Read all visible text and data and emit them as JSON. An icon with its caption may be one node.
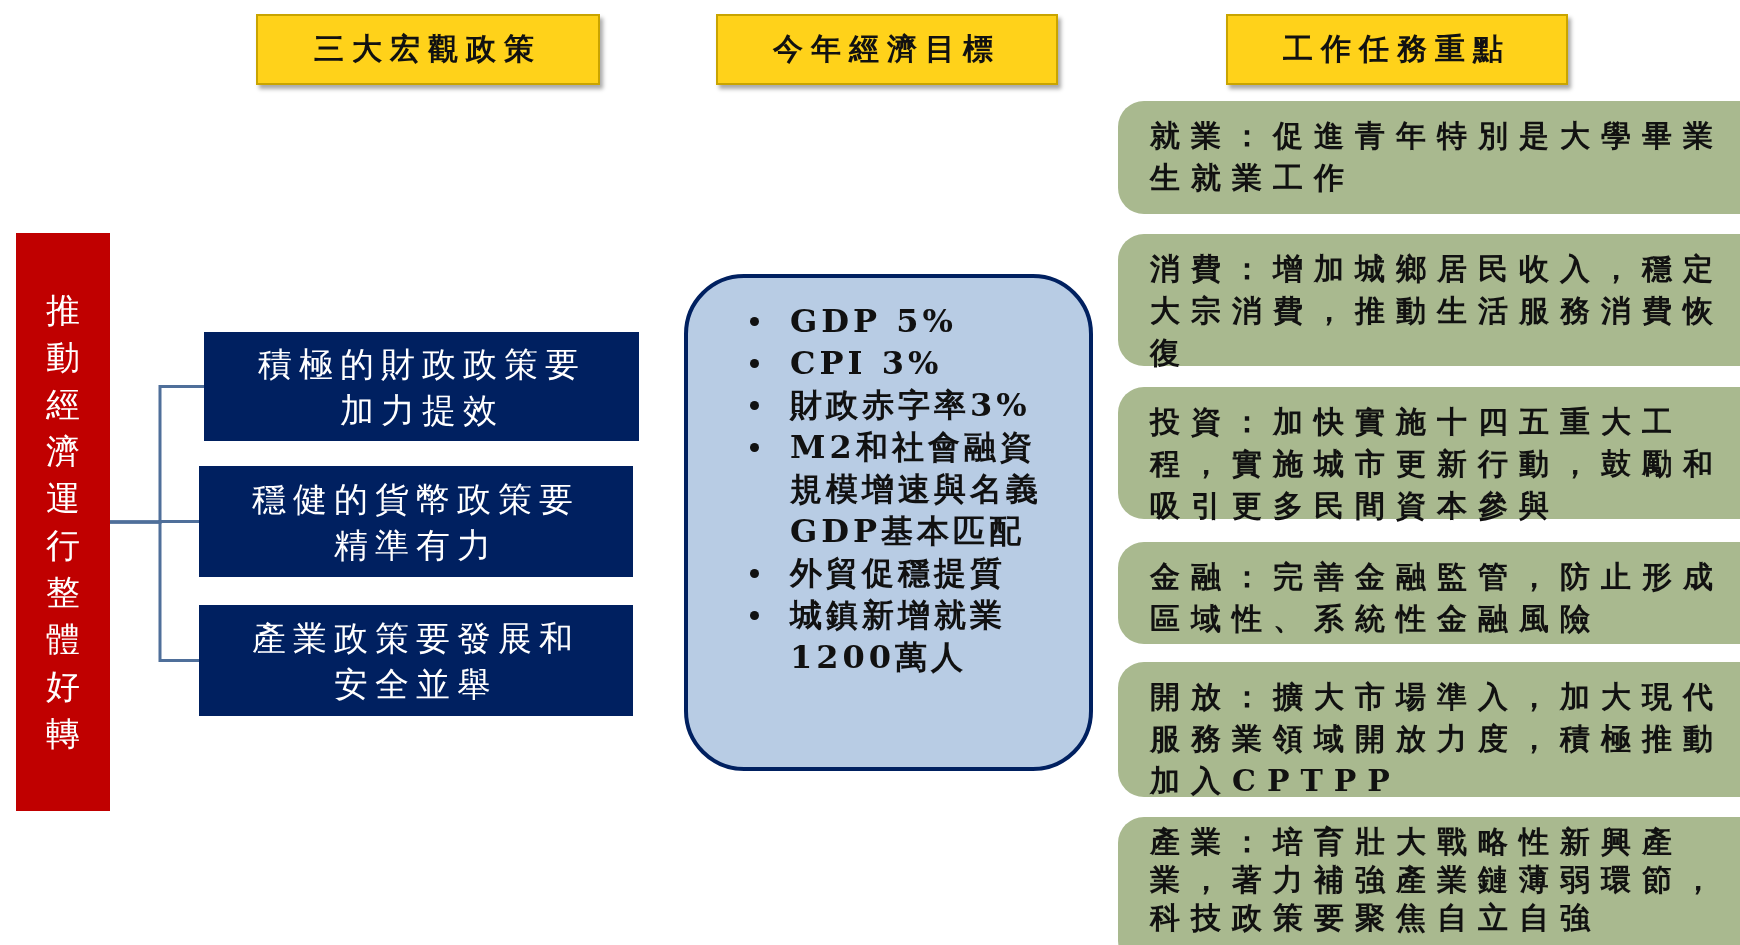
{
  "diagram": {
    "nodes": [
      {
        "text": [
          "三大宏觀政策"
        ]
      },
      {
        "text": [
          "今年經濟目標"
        ]
      },
      {
        "text": [
          "工作任務重點"
        ]
      },
      {
        "text": [
          "推動經濟運行整體好轉"
        ]
      },
      {
        "text": [
          "積極的財政政策要加力提效"
        ]
      },
      {
        "text": [
          "穩健的貨幣政策要精準有力"
        ]
      },
      {
        "text": [
          "產業政策要發展和安全並舉"
        ]
      },
      {
        "text": [
          "GDP 5%",
          "CPI 3%",
          "財政赤字率3%",
          "M2和社會融資規模增速與名義GDP基本匹配",
          "外貿促穩提質",
          "城鎮新增就業1200萬人"
        ]
      },
      {
        "text": [
          "就業：促進青年特別是大學畢業生就業工作"
        ]
      },
      {
        "text": [
          "消費：增加城鄉居民收入，穩定大宗消費，推動生活服務消費恢復"
        ]
      },
      {
        "text": [
          "投資：加快實施十四五重大工程，實施城市更新行動，鼓勵和吸引更多民間資本參與"
        ]
      },
      {
        "text": [
          "金融：完善金融監管，防止形成區域性、系統性金融風險"
        ]
      },
      {
        "text": [
          "開放：擴大市場準入，加大現代服務業領域開放力度，積極推動加入CPTPP"
        ]
      },
      {
        "text": [
          "產業：培育壯大戰略性新興產業，著力補強產業鏈薄弱環節，科技政策要聚焦自立自強"
        ]
      }
    ],
    "edges": [
      {
        "from": 3,
        "to": 4,
        "arrow": "none"
      },
      {
        "from": 3,
        "to": 5,
        "arrow": "none"
      },
      {
        "from": 3,
        "to": 6,
        "arrow": "none"
      }
    ]
  }
}
